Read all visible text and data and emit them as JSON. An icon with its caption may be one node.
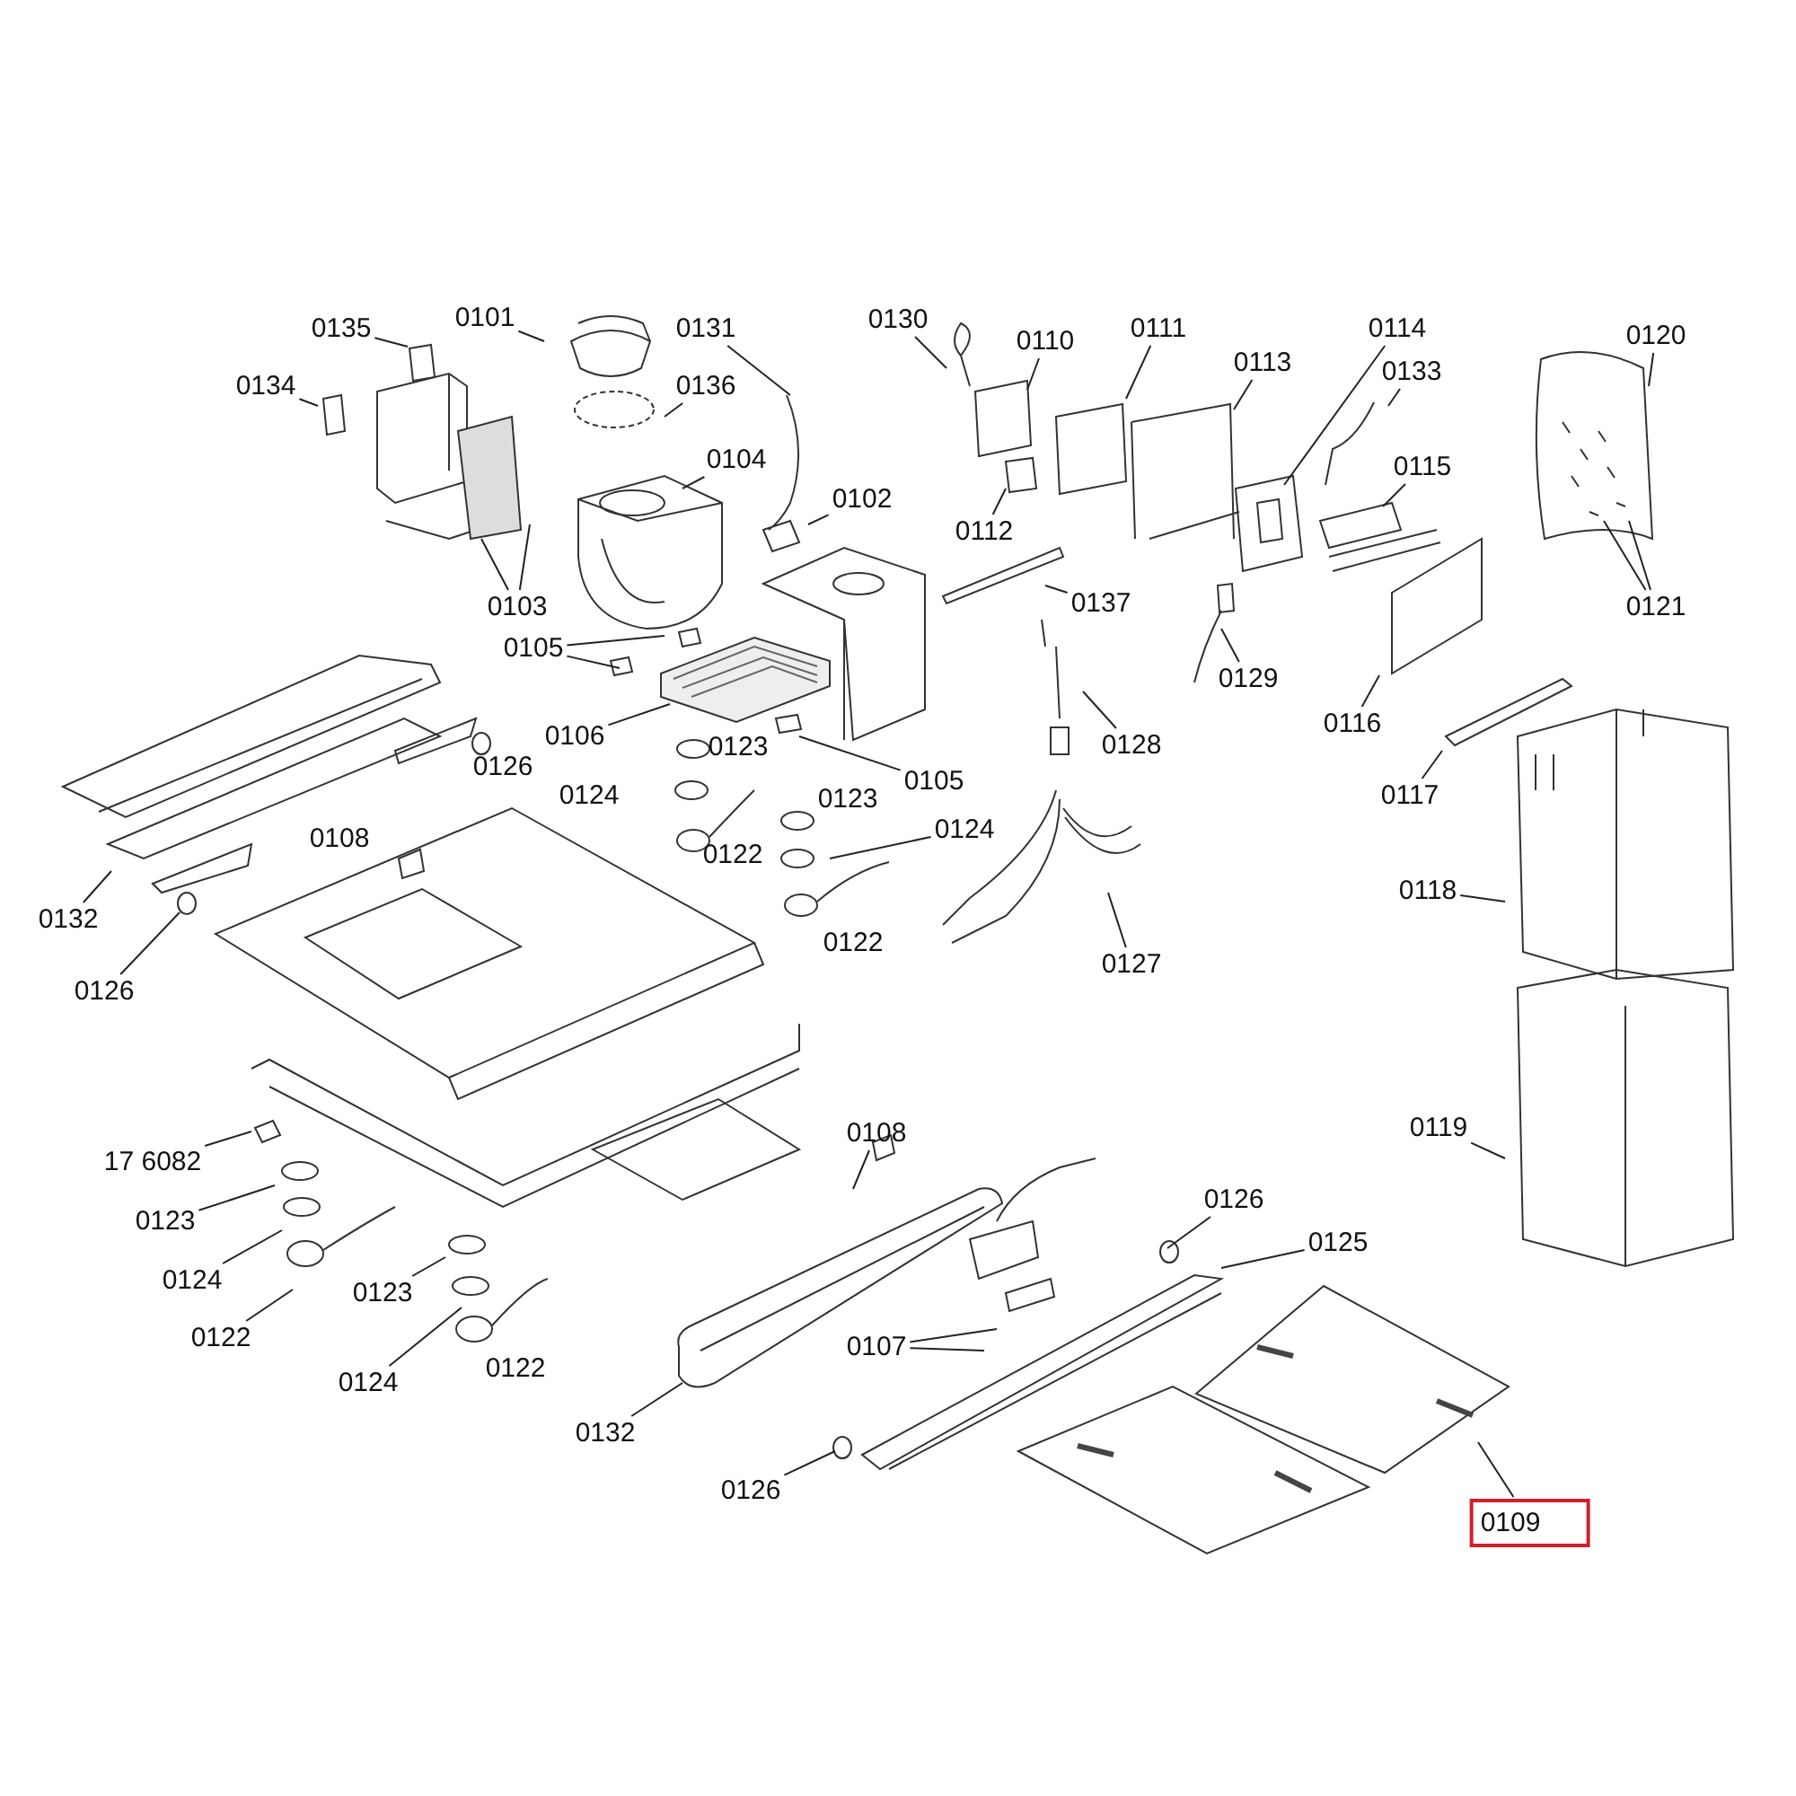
{
  "diagram": {
    "nodes": [
      {
        "text": [
          "0135"
        ]
      },
      {
        "text": [
          "0101"
        ]
      },
      {
        "text": [
          "0131"
        ]
      },
      {
        "text": [
          "0130"
        ]
      },
      {
        "text": [
          "0110"
        ]
      },
      {
        "text": [
          "0111"
        ]
      },
      {
        "text": [
          "0113"
        ]
      },
      {
        "text": [
          "0114"
        ]
      },
      {
        "text": [
          "0120"
        ]
      },
      {
        "text": [
          "0134"
        ]
      },
      {
        "text": [
          "0136"
        ]
      },
      {
        "text": [
          "0133"
        ]
      },
      {
        "text": [
          "0104"
        ]
      },
      {
        "text": [
          "0102"
        ]
      },
      {
        "text": [
          "0115"
        ]
      },
      {
        "text": [
          "0112"
        ]
      },
      {
        "text": [
          "0103"
        ]
      },
      {
        "text": [
          "0121"
        ]
      },
      {
        "text": [
          "0137"
        ]
      },
      {
        "text": [
          "0105"
        ]
      },
      {
        "text": [
          "0129"
        ]
      },
      {
        "text": [
          "0116"
        ]
      },
      {
        "text": [
          "0106"
        ]
      },
      {
        "text": [
          "0128"
        ]
      },
      {
        "text": [
          "0105"
        ]
      },
      {
        "text": [
          "0117"
        ]
      },
      {
        "text": [
          "0124"
        ]
      },
      {
        "text": [
          "0132"
        ]
      },
      {
        "text": [
          "0118"
        ]
      },
      {
        "text": [
          "0127"
        ]
      },
      {
        "text": [
          "0126"
        ]
      },
      {
        "text": [
          "0119"
        ]
      },
      {
        "text": [
          "0108"
        ]
      },
      {
        "text": [
          "17 6082"
        ]
      },
      {
        "text": [
          "0123"
        ]
      },
      {
        "text": [
          "0126"
        ]
      },
      {
        "text": [
          "0125"
        ]
      },
      {
        "text": [
          "0124"
        ]
      },
      {
        "text": [
          "0123"
        ]
      },
      {
        "text": [
          "0122"
        ]
      },
      {
        "text": [
          "0107"
        ]
      },
      {
        "text": [
          "0124"
        ]
      },
      {
        "text": [
          "0132"
        ]
      },
      {
        "text": [
          "0126"
        ]
      },
      {
        "text": [
          "0109"
        ]
      }
    ],
    "edges": [
      {
        "from": 0,
        "to": null,
        "arrow": "none"
      },
      {
        "from": 1,
        "to": null,
        "arrow": "none"
      },
      {
        "from": 2,
        "to": null,
        "arrow": "none"
      },
      {
        "from": 3,
        "to": null,
        "arrow": "none"
      },
      {
        "from": 4,
        "to": null,
        "arrow": "none"
      },
      {
        "from": 5,
        "to": null,
        "arrow": "none"
      },
      {
        "from": 6,
        "to": null,
        "arrow": "none"
      },
      {
        "from": 7,
        "to": null,
        "arrow": "none"
      },
      {
        "from": 8,
        "to": null,
        "arrow": "none"
      },
      {
        "from": 9,
        "to": null,
        "arrow": "none"
      },
      {
        "from": 10,
        "to": null,
        "arrow": "none"
      },
      {
        "from": 11,
        "to": null,
        "arrow": "none"
      },
      {
        "from": 12,
        "to": null,
        "arrow": "none"
      },
      {
        "from": 13,
        "to": null,
        "arrow": "none"
      },
      {
        "from": 14,
        "to": null,
        "arrow": "none"
      },
      {
        "from": 15,
        "to": null,
        "arrow": "none"
      },
      {
        "from": 16,
        "to": null,
        "arrow": "none"
      },
      {
        "from": 16,
        "to": null,
        "arrow": "none"
      },
      {
        "from": 17,
        "to": null,
        "arrow": "none"
      },
      {
        "from": 17,
        "to": null,
        "arrow": "none"
      },
      {
        "from": 18,
        "to": null,
        "arrow": "none"
      },
      {
        "from": 19,
        "to": null,
        "arrow": "none"
      },
      {
        "from": 19,
        "to": null,
        "arrow": "none"
      },
      {
        "from": 20,
        "to": null,
        "arrow": "none"
      },
      {
        "from": 21,
        "to": null,
        "arrow": "none"
      },
      {
        "from": 22,
        "to": null,
        "arrow": "none"
      },
      {
        "from": 23,
        "to": null,
        "arrow": "none"
      },
      {
        "from": 24,
        "to": null,
        "arrow": "none"
      },
      {
        "from": 25,
        "to": null,
        "arrow": "none"
      },
      {
        "from": 26,
        "to": null,
        "arrow": "none"
      },
      {
        "from": 27,
        "to": null,
        "arrow": "none"
      },
      {
        "from": 28,
        "to": null,
        "arrow": "none"
      },
      {
        "from": 29,
        "to": null,
        "arrow": "none"
      },
      {
        "from": 30,
        "to": null,
        "arrow": "none"
      },
      {
        "from": 31,
        "to": null,
        "arrow": "none"
      },
      {
        "from": 32,
        "to": null,
        "arrow": "none"
      },
      {
        "from": 33,
        "to": null,
        "arrow": "none"
      },
      {
        "from": 34,
        "to": null,
        "arrow": "none"
      },
      {
        "from": 35,
        "to": null,
        "arrow": "none"
      },
      {
        "from": 36,
        "to": null,
        "arrow": "none"
      },
      {
        "from": 37,
        "to": null,
        "arrow": "none"
      },
      {
        "from": 38,
        "to": null,
        "arrow": "none"
      },
      {
        "from": 39,
        "to": null,
        "arrow": "none"
      },
      {
        "from": 40,
        "to": null,
        "arrow": "none"
      },
      {
        "from": 40,
        "to": null,
        "arrow": "none"
      },
      {
        "from": 41,
        "to": null,
        "arrow": "none"
      },
      {
        "from": 42,
        "to": null,
        "arrow": "none"
      },
      {
        "from": 43,
        "to": null,
        "arrow": "none"
      },
      {
        "from": 44,
        "to": null,
        "arrow": "none"
      }
    ],
    "labels": [
      "0123",
      "0126",
      "0124",
      "0123",
      "0108",
      "0122",
      "0122",
      "0122"
    ]
  }
}
